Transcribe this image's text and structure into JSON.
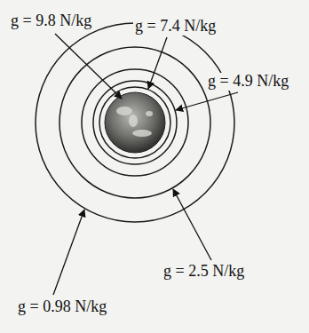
{
  "diagram": {
    "labels": [
      "g = 9.8 N/kg",
      "g = 7.4 N/kg",
      "g = 4.9 N/kg",
      "g = 2.5 N/kg",
      "g = 0.98 N/kg"
    ]
  }
}
